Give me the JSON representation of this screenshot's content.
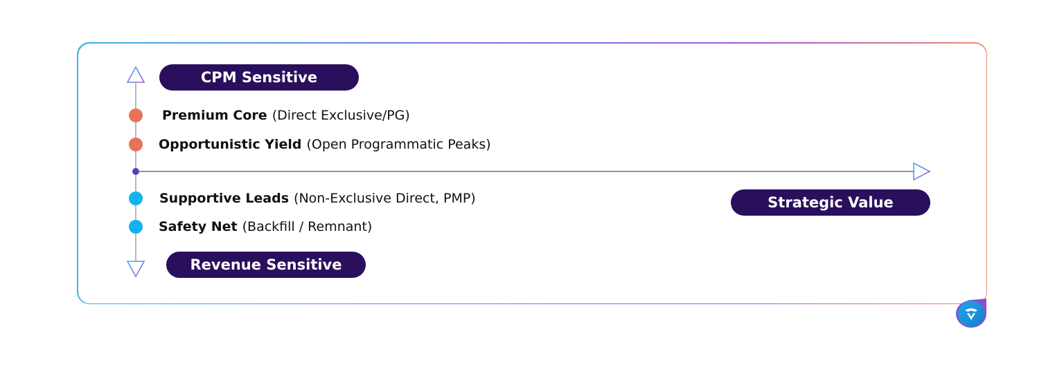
{
  "labels": {
    "top": "CPM Sensitive",
    "bottom": "Revenue Sensitive",
    "right": "Strategic Value"
  },
  "items": [
    {
      "bold": "Premium Core",
      "detail": "(Direct Exclusive/PG)",
      "color": "#e8735a"
    },
    {
      "bold": "Opportunistic Yield",
      "detail": "(Open Programmatic Peaks)",
      "color": "#e8735a"
    },
    {
      "bold": "Supportive Leads",
      "detail": "(Non-Exclusive Direct, PMP)",
      "color": "#12b2ee"
    },
    {
      "bold": "Safety Net",
      "detail": "(Backfill / Remnant)",
      "color": "#12b2ee"
    }
  ],
  "colors": {
    "pill": "#2a0f5c",
    "axis": "#8a8a8a",
    "arrow_gradient": [
      "#3fb3e8",
      "#a05ad6"
    ],
    "frame_gradient": [
      "#3fb3e8",
      "#a05ad6",
      "#f08a6c"
    ],
    "origin_dot": "#5b3fb8"
  },
  "icons": {
    "up_arrow": "triangle-up-outline-icon",
    "down_arrow": "triangle-down-outline-icon",
    "right_arrow": "triangle-right-outline-icon",
    "logo": "brand-logo-icon"
  }
}
